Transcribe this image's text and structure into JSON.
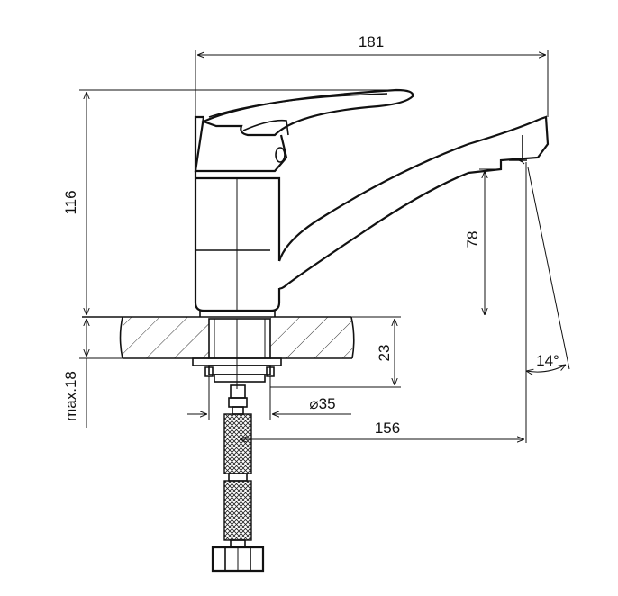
{
  "drawing": {
    "dimensions": {
      "total_width": "181",
      "height": "116",
      "spout_height": "78",
      "spout_angle": "14°",
      "plate_thickness": "23",
      "max_thickness": "max.18",
      "diameter": "⌀35",
      "spout_reach": "156"
    },
    "colors": {
      "line": "#111111",
      "background": "#ffffff"
    }
  }
}
